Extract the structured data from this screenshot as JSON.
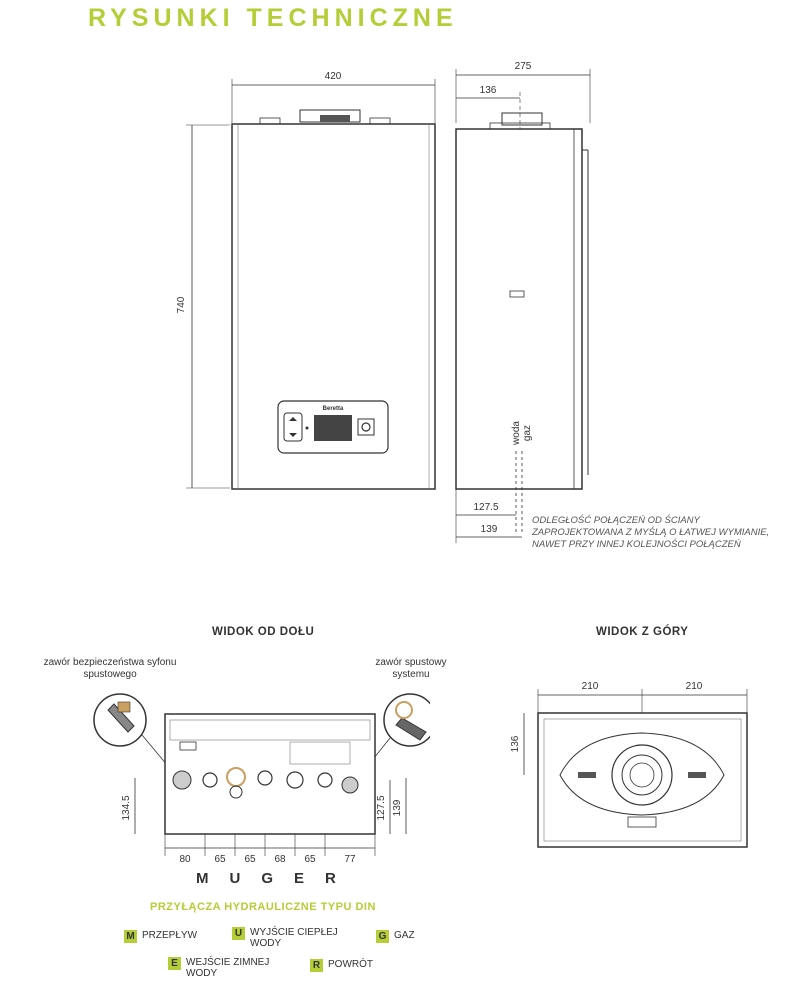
{
  "title": "RYSUNKI TECHNICZNE",
  "front_view": {
    "width_label": "420",
    "height_label": "740",
    "brand": "Beretta"
  },
  "side_view": {
    "width_label": "275",
    "offset_label": "136",
    "water_label": "woda",
    "gas_label": "gaz",
    "dim_1275": "127.5",
    "dim_139": "139",
    "note": "ODLEGŁOŚĆ POŁĄCZEŃ OD ŚCIANY ZAPROJEKTOWANA Z MYŚLĄ O ŁATWEJ WYMIANIE, NAWET PRZY INNEJ KOLEJNOŚCI POŁĄCZEŃ"
  },
  "bottom_view": {
    "label": "WIDOK OD DOŁU",
    "callout_left": "zawór bezpieczeństwa syfonu spustowego",
    "callout_right": "zawór spustowy systemu",
    "dim_1345": "134.5",
    "dim_1275": "127.5",
    "dim_139": "139",
    "spacing": [
      "80",
      "65",
      "65",
      "68",
      "65",
      "77"
    ],
    "letters": "MUGER"
  },
  "top_view": {
    "label": "WIDOK Z GÓRY",
    "left_width": "210",
    "right_width": "210",
    "depth": "136"
  },
  "legend": {
    "title": "PRZYŁĄCZA HYDRAULICZNE TYPU DIN",
    "items": [
      {
        "code": "M",
        "text": "PRZEPŁYW"
      },
      {
        "code": "U",
        "text": "WYJŚCIE CIEPŁEJ WODY"
      },
      {
        "code": "G",
        "text": "GAZ"
      },
      {
        "code": "E",
        "text": "WEJŚCIE ZIMNEJ WODY"
      },
      {
        "code": "R",
        "text": "POWRÓT"
      }
    ]
  },
  "colors": {
    "accent": "#b5cd36",
    "line": "#333333"
  }
}
